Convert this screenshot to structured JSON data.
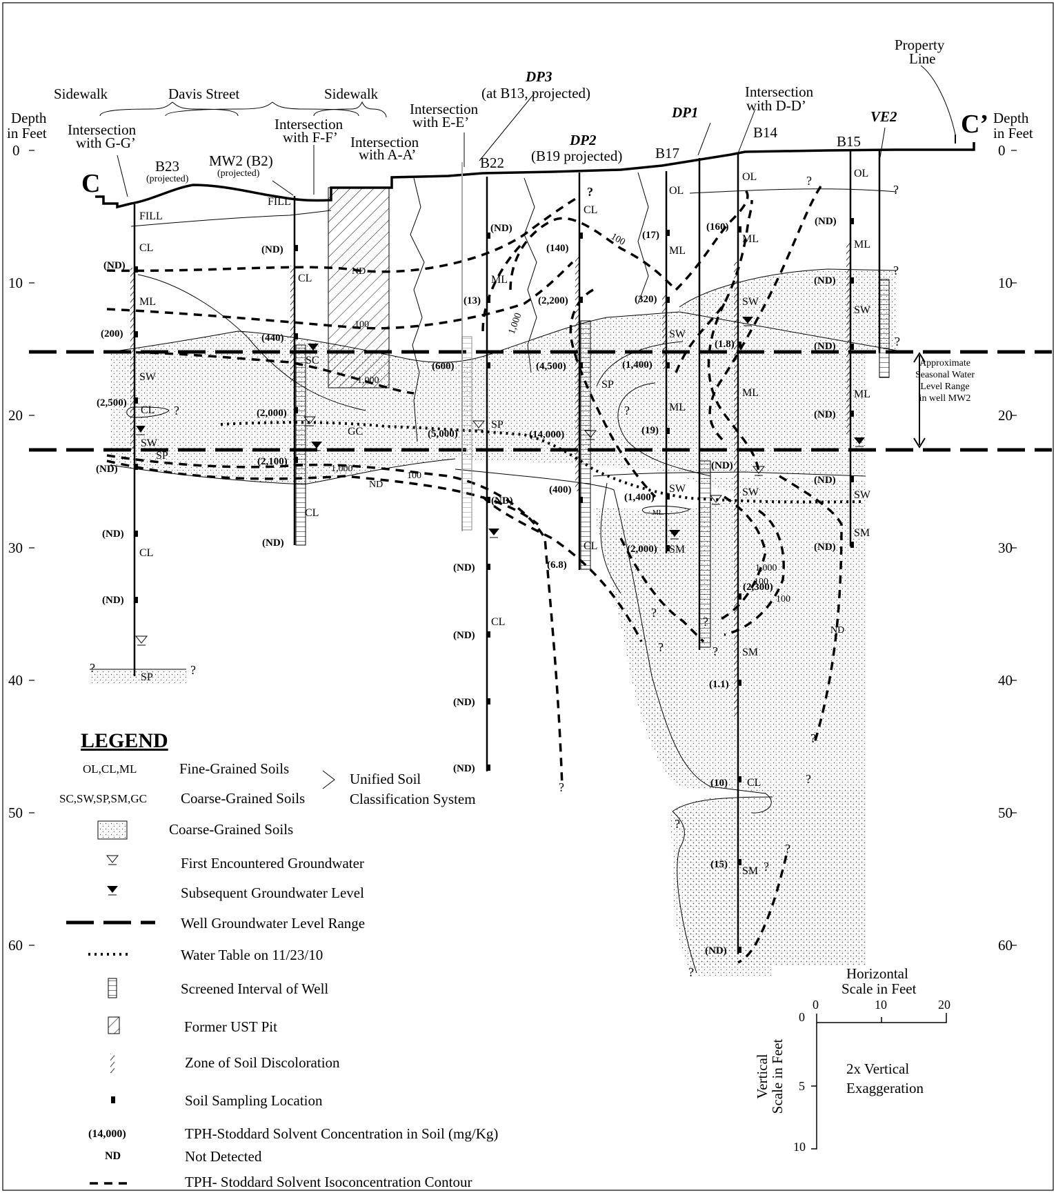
{
  "section": {
    "start": "C",
    "end": "C’"
  },
  "axis": {
    "left_title": [
      "Depth",
      "in Feet"
    ],
    "right_title": [
      "Depth",
      "in Feet"
    ],
    "ticks": [
      "0",
      "10",
      "20",
      "30",
      "40",
      "50",
      "60"
    ]
  },
  "top_labels": {
    "sidewalk_left": "Sidewalk",
    "street": "Davis Street",
    "sidewalk_right": "Sidewalk",
    "property_line": [
      "Property",
      "Line"
    ],
    "int_gg": [
      "Intersection",
      "with G-G’"
    ],
    "int_ff": [
      "Intersection",
      "with F-F’"
    ],
    "int_aa": [
      "Intersection",
      "with A-A’"
    ],
    "int_ee": [
      "Intersection",
      "with E-E’"
    ],
    "int_dd": [
      "Intersection",
      "with D-D’"
    ],
    "dp3": "DP3",
    "dp3_note": "(at B13, projected)",
    "dp2": "DP2",
    "dp2_note": "(B19 projected)",
    "dp1": "DP1",
    "ve2": "VE2"
  },
  "borings": [
    {
      "name": "B23",
      "note": "(projected)"
    },
    {
      "name": "MW2 (B2)",
      "note": "(projected)"
    },
    {
      "name": "B22",
      "note": ""
    },
    {
      "name": "B17",
      "note": ""
    },
    {
      "name": "B14",
      "note": ""
    },
    {
      "name": "B15",
      "note": ""
    }
  ],
  "soil_labels": [
    "FILL",
    "CL",
    "ML",
    "SW",
    "CL",
    "SW",
    "SP",
    "CL",
    "SP",
    "FILL",
    "CL",
    "SC",
    "GC",
    "CL",
    "ML",
    "SP",
    "CL",
    "CL",
    "SP",
    "CL",
    "OL",
    "ML",
    "SW",
    "ML",
    "SW",
    "SM",
    "OL",
    "ML",
    "SW",
    "ML",
    "SW",
    "SM",
    "CL",
    "SM",
    "OL",
    "ML",
    "SW",
    "ML",
    "SW",
    "SM",
    "ML"
  ],
  "concentrations": [
    "(ND)",
    "(200)",
    "(2,500)",
    "(ND)",
    "(ND)",
    "(ND)",
    "(ND)",
    "(440)",
    "(2,000)",
    "(2,100)",
    "(ND)",
    "(ND)",
    "(13)",
    "(600)",
    "(5,000)",
    "(ND)",
    "(ND)",
    "(ND)",
    "(ND)",
    "(ND)",
    "(140)",
    "(2,200)",
    "(4,500)",
    "(14,000)",
    "(400)",
    "(6.8)",
    "(17)",
    "(320)",
    "(1,400)",
    "(19)",
    "(1,400)",
    "(2,000)",
    "(160)",
    "(1.8)",
    "(ND)",
    "(2,300)",
    "(1.1)",
    "(10)",
    "(15)",
    "(ND)",
    "(ND)",
    "(ND)",
    "(ND)",
    "(ND)",
    "(ND)",
    "(ND)"
  ],
  "contour_labels": [
    "ND",
    "100",
    "1,000",
    "1,000",
    "100",
    "ND",
    "1,000",
    "100",
    "100",
    "1,000",
    "100",
    "ND"
  ],
  "question_marks": [
    "?",
    "?",
    "?",
    "?",
    "?",
    "?",
    "?",
    "?",
    "?",
    "?",
    "?",
    "?",
    "?",
    "?",
    "?",
    "?",
    "?",
    "?",
    "?",
    "?"
  ],
  "water_note": [
    "Approximate",
    "Seasonal Water",
    "Level Range",
    "in well MW2"
  ],
  "legend": {
    "title": "LEGEND",
    "items": [
      {
        "symbol": "OL,CL,ML",
        "text": "Fine-Grained Soils",
        "icon": "text-symbol"
      },
      {
        "symbol": "SC,SW,SP,SM,GC",
        "text": "Coarse-Grained Soils",
        "icon": "text-symbol"
      },
      {
        "symbol": "",
        "text": "Coarse-Grained Soils",
        "icon": "stipple-box"
      },
      {
        "symbol": "",
        "text": "First Encountered Groundwater",
        "icon": "open-water-triangle"
      },
      {
        "symbol": "",
        "text": "Subsequent Groundwater Level",
        "icon": "filled-water-triangle"
      },
      {
        "symbol": "",
        "text": "Well Groundwater Level Range",
        "icon": "long-dash-line"
      },
      {
        "symbol": "",
        "text": "Water Table on 11/23/10",
        "icon": "dotted-line"
      },
      {
        "symbol": "",
        "text": "Screened Interval of Well",
        "icon": "screen-box"
      },
      {
        "symbol": "",
        "text": "Former UST Pit",
        "icon": "hatched-box"
      },
      {
        "symbol": "",
        "text": "Zone of Soil Discoloration",
        "icon": "zigzag"
      },
      {
        "symbol": "",
        "text": "Soil Sampling Location",
        "icon": "small-square"
      },
      {
        "symbol": "(14,000)",
        "text": "TPH-Stoddard Solvent Concentration in Soil (mg/Kg)",
        "icon": "text-symbol"
      },
      {
        "symbol": "ND",
        "text": "Not Detected",
        "icon": "text-symbol"
      },
      {
        "symbol": "",
        "text": "TPH- Stoddard Solvent Isoconcentration Contour",
        "icon": "short-dash-line"
      }
    ],
    "uscs": [
      "Unified Soil",
      "Classification System"
    ]
  },
  "scale": {
    "horizontal_title": [
      "Horizontal",
      "Scale in Feet"
    ],
    "horizontal_ticks": [
      "0",
      "10",
      "20"
    ],
    "vertical_title": [
      "Vertical",
      "Scale in Feet"
    ],
    "vertical_ticks": [
      "0",
      "5",
      "10"
    ],
    "exaggeration": [
      "2x Vertical",
      "Exaggeration"
    ]
  }
}
